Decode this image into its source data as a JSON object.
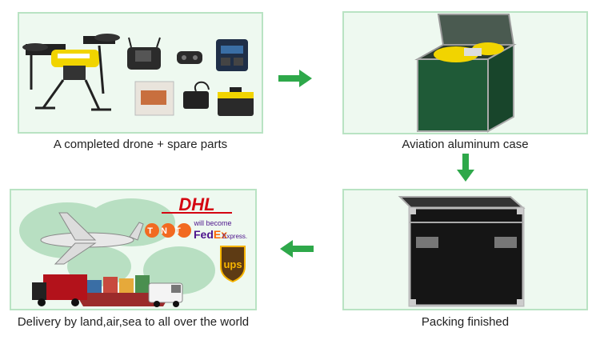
{
  "steps": [
    {
      "caption": "A completed drone + spare parts"
    },
    {
      "caption": "Aviation aluminum case"
    },
    {
      "caption": "Packing finished"
    },
    {
      "caption": "Delivery by land,air,sea to all over the world"
    }
  ],
  "logos": {
    "dhl": "DHL",
    "tnt": "TNT",
    "will_become": "will become",
    "fedex_fed": "Fed",
    "fedex_ex": "Ex",
    "fedex_express": "Express.",
    "ups": "ups"
  },
  "colors": {
    "panel_border": "#b9e3c3",
    "panel_bg": "#eef9f0",
    "arrow": "#2ea84a",
    "dhl_red": "#d40511",
    "tnt_orange": "#f26a21",
    "fedex_purple": "#4d148c",
    "fedex_orange": "#ff6600",
    "ups_brown": "#5e3b14",
    "ups_gold": "#f7b500"
  }
}
